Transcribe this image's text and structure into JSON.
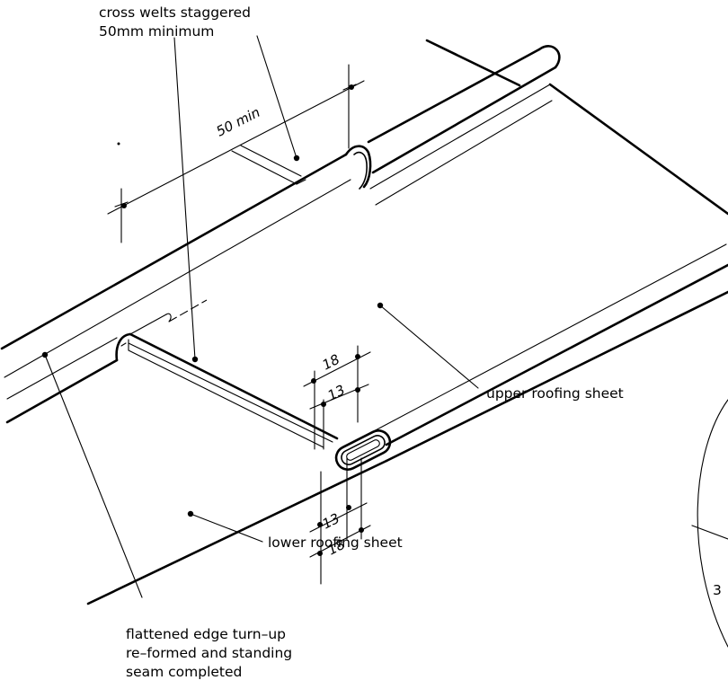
{
  "labels": {
    "cross_welts": [
      "cross welts staggered",
      "50mm minimum"
    ],
    "upper_sheet": "upper roofing sheet",
    "lower_sheet": "lower roofing sheet",
    "flattened_edge": [
      "flattened edge turn–up",
      "re–formed and standing",
      "seam completed"
    ],
    "edge_fragment": "3"
  },
  "dimensions": {
    "welt_stagger": "50 min",
    "upper_outer": "18",
    "upper_inner": "13",
    "lower_inner": "13",
    "lower_outer": "18"
  }
}
